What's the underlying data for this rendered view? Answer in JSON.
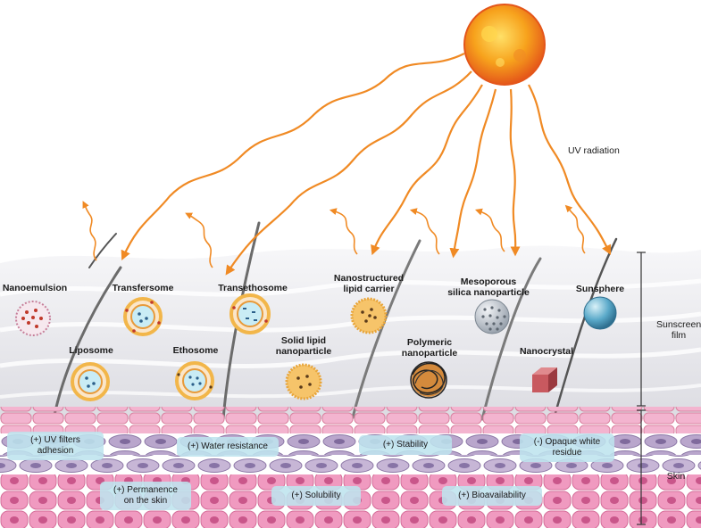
{
  "labels": {
    "uv_radiation": "UV radiation",
    "sunscreen_film": "Sunscreen\nfilm",
    "skin": "Skin"
  },
  "carriers": {
    "nanoemulsion": "Nanoemulsion",
    "transfersome": "Transfersome",
    "transethosome": "Transethosome",
    "nlc": "Nanostructured\nlipid carrier",
    "mesoporous": "Mesoporous\nsilica nanoparticle",
    "sunsphere": "Sunsphere",
    "liposome": "Liposome",
    "ethosome": "Ethosome",
    "sln": "Solid lipid\nnanoparticle",
    "polymeric": "Polymeric\nnanoparticle",
    "nanocrystal": "Nanocrystal"
  },
  "benefits": {
    "uv_filters": "(+) UV filters\nadhesion",
    "water": "(+) Water resistance",
    "stability": "(+) Stability",
    "opaque": "(-) Opaque white\nresidue",
    "permanence": "(+) Permanence\non the skin",
    "solubility": "(+) Solubility",
    "bioavailability": "(+) Bioavailability"
  },
  "colors": {
    "uv_arrow": "#f08a24",
    "sun": "#f7a21c",
    "skin_layer": "#f0b6cf",
    "cell_purple": "#b9a6cc",
    "film": "#e9e9ed",
    "benefit_box": "#bee4ee",
    "lipid_shell": "#f2b64a",
    "sunsphere": "#5aa9c9",
    "nanocrystal": "#c8595f"
  }
}
